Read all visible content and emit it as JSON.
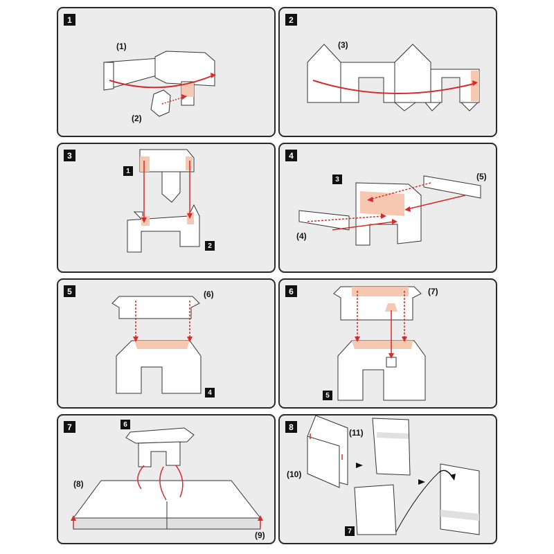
{
  "steps": [
    {
      "number": "1",
      "labels": [
        "(1)",
        "(2)"
      ]
    },
    {
      "number": "2",
      "labels": [
        "(3)"
      ]
    },
    {
      "number": "3",
      "refs": [
        "1",
        "2"
      ]
    },
    {
      "number": "4",
      "refs": [
        "3"
      ],
      "labels": [
        "(4)",
        "(5)"
      ]
    },
    {
      "number": "5",
      "refs": [
        "4"
      ],
      "labels": [
        "(6)"
      ]
    },
    {
      "number": "6",
      "refs": [
        "5"
      ],
      "labels": [
        "(7)"
      ]
    },
    {
      "number": "7",
      "refs": [
        "6"
      ],
      "labels": [
        "(8)",
        "(9)"
      ]
    },
    {
      "number": "8",
      "refs": [
        "7"
      ],
      "labels": [
        "(10)",
        "(11)"
      ]
    }
  ],
  "colors": {
    "panel_bg": "#ececec",
    "paper": "#ffffff",
    "glue_area": "#f6c8b2",
    "arrow_red": "#d62b2b",
    "outline": "#333333"
  }
}
